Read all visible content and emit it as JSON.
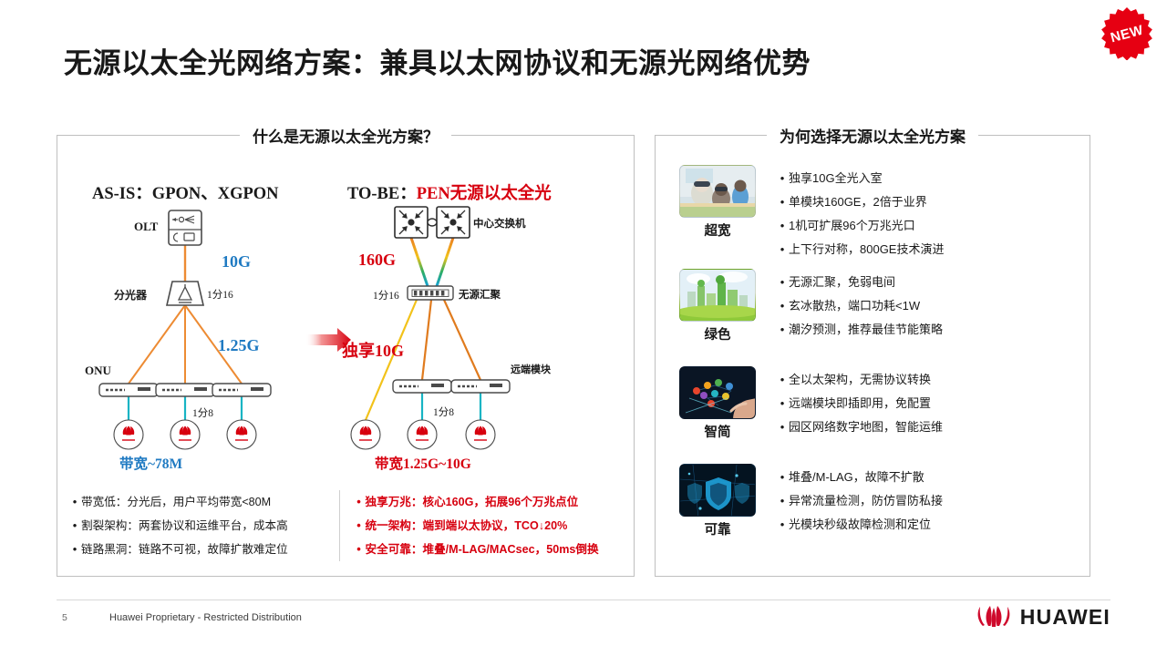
{
  "badge": {
    "text": "NEW"
  },
  "title": "无源以太全光网络方案：兼具以太网协议和无源光网络优势",
  "left_panel": {
    "title": "什么是无源以太全光方案？",
    "asis_label": "AS-IS：GPON、XGPON",
    "tobe_prefix": "TO-BE：",
    "tobe_highlight": "PEN无源以太全光",
    "asis_diagram": {
      "olt_label": "OLT",
      "splitter_label": "分光器",
      "split_ratio_top": "1分16",
      "uplink_speed": "10G",
      "downlink_speed": "1.25G",
      "onu_label": "ONU",
      "split_ratio_bottom": "1分8",
      "bandwidth": "带宽~78M"
    },
    "tobe_diagram": {
      "switch_label": "中心交换机",
      "aggregation_label": "无源汇聚",
      "split_ratio_top": "1分16",
      "uplink_speed": "160G",
      "downlink_speed": "独享10G",
      "remote_module_label": "远端模块",
      "split_ratio_bottom": "1分8",
      "bandwidth": "带宽1.25G~10G"
    },
    "asis_bullets": [
      "带宽低：分光后，用户平均带宽<80M",
      "割裂架构：两套协议和运维平台，成本高",
      "链路黑洞：链路不可视，故障扩散难定位"
    ],
    "tobe_bullets": [
      "独享万兆：核心160G，拓展96个万兆点位",
      "统一架构：端到端以太协议，TCO↓20%",
      "安全可靠：堆叠/M-LAG/MACsec，50ms倒换"
    ]
  },
  "right_panel": {
    "title": "为何选择无源以太全光方案",
    "features": [
      {
        "caption": "超宽",
        "thumb": "vr-classroom-photo",
        "bullets": [
          "独享10G全光入室",
          "单模块160GE，2倍于业界",
          "1机可扩展96个万兆光口",
          "上下行对称，800GE技术演进"
        ]
      },
      {
        "caption": "绿色",
        "thumb": "green-city-photo",
        "bullets": [
          "无源汇聚，免弱电间",
          "玄冰散热，端口功耗<1W",
          "潮汐预测，推荐最佳节能策略"
        ]
      },
      {
        "caption": "智简",
        "thumb": "smart-network-photo",
        "bullets": [
          "全以太架构，无需协议转换",
          "远端模块即插即用，免配置",
          "园区网络数字地图，智能运维"
        ]
      },
      {
        "caption": "可靠",
        "thumb": "security-shield-photo",
        "bullets": [
          "堆叠/M-LAG，故障不扩散",
          "异常流量检测，防仿冒防私接",
          "光模块秒级故障检测和定位"
        ]
      }
    ]
  },
  "footer": {
    "page_number": "5",
    "text": "Huawei Proprietary - Restricted Distribution",
    "brand": "HUAWEI"
  },
  "colors": {
    "accent_red": "#d7000f",
    "accent_blue": "#1f7ac2",
    "fiber_orange": "#ed8b33",
    "fiber_cyan": "#17b4c4",
    "fiber_yellow": "#f2c21a"
  }
}
